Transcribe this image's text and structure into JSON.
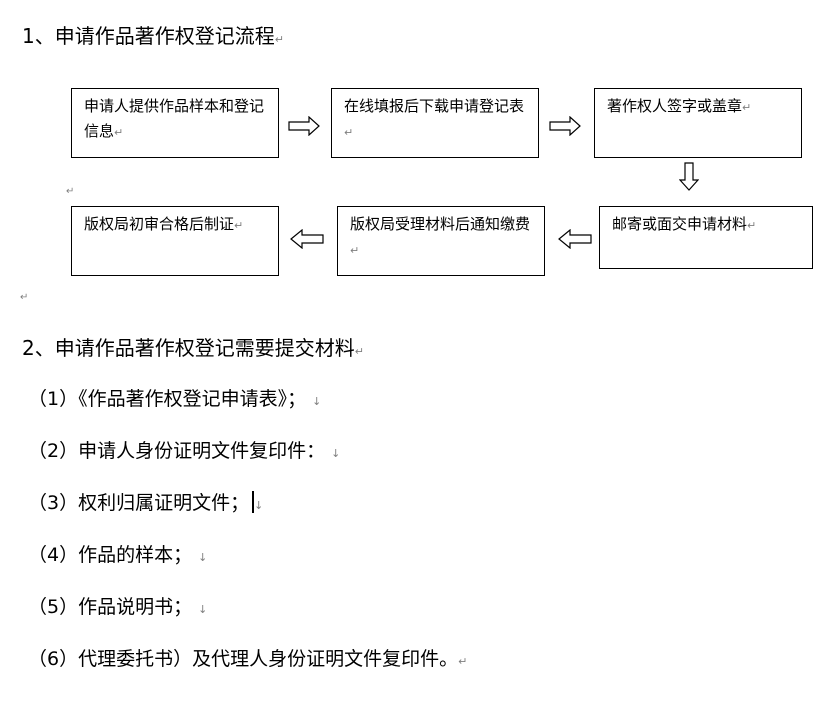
{
  "section1": {
    "title": "1、申请作品著作权登记流程",
    "mark": "↵",
    "steps": [
      {
        "text": "申请人提供作品样本和登记信息",
        "mark": "↵"
      },
      {
        "text": "在线填报后下载申请登记表",
        "mark": "↵"
      },
      {
        "text": "著作权人签字或盖章",
        "mark": "↵"
      },
      {
        "text": "邮寄或面交申请材料",
        "mark": "↵"
      },
      {
        "text": "版权局受理材料后通知缴费",
        "mark": "↵"
      },
      {
        "text": "版权局初审合格后制证",
        "mark": "↵"
      }
    ]
  },
  "paragraph_mark": "↵",
  "section2": {
    "title": "2、申请作品著作权登记需要提交材料",
    "mark": "↵",
    "items": [
      {
        "text": "（1）《作品著作权登记申请表》；",
        "mark": "↓"
      },
      {
        "text": "（2）申请人身份证明文件复印件：",
        "mark": "↓"
      },
      {
        "text": "（3）权利归属证明文件；",
        "mark": "↓"
      },
      {
        "text": "（4）作品的样本；",
        "mark": "↓"
      },
      {
        "text": "（5）作品说明书；",
        "mark": "↓"
      },
      {
        "text": "（6）代理委托书）及代理人身份证明文件复印件。",
        "mark": "↵"
      }
    ]
  },
  "colors": {
    "text": "#000000",
    "formatting_mark": "#7f7f7f",
    "border": "#000000"
  },
  "icons": [
    "arrow-right-icon",
    "arrow-down-icon",
    "arrow-left-icon",
    "text-cursor"
  ]
}
